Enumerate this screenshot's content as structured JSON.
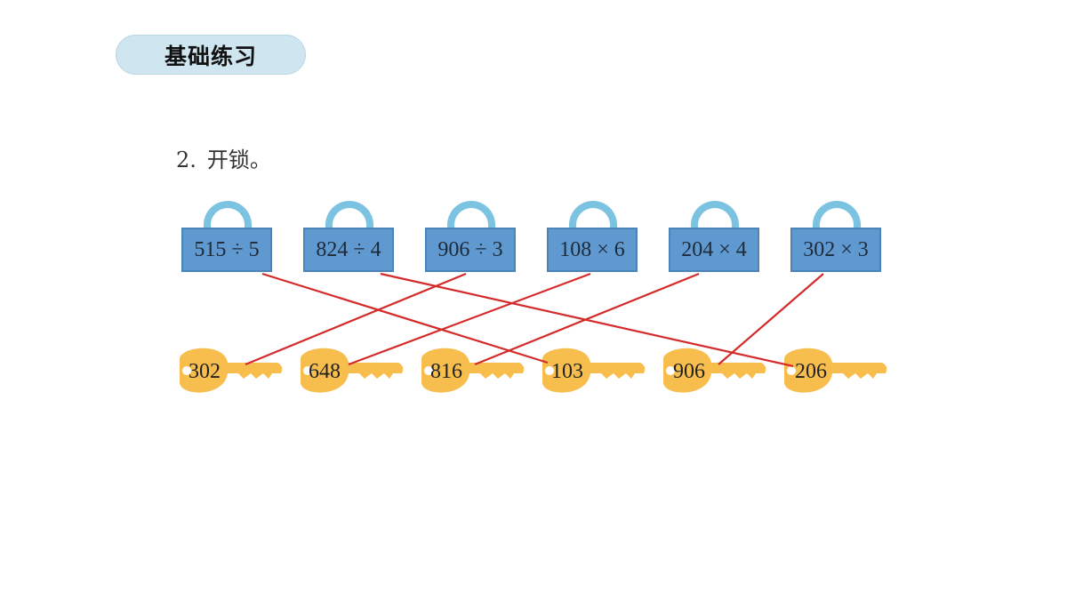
{
  "header": {
    "tab_label": "基础练习"
  },
  "question": {
    "number": "2.",
    "title": "开锁。"
  },
  "locks": [
    {
      "label": "515 ÷ 5"
    },
    {
      "label": "824 ÷ 4"
    },
    {
      "label": "906 ÷ 3"
    },
    {
      "label": "108 × 6"
    },
    {
      "label": "204 × 4"
    },
    {
      "label": "302 × 3"
    }
  ],
  "keys": [
    {
      "label": "302"
    },
    {
      "label": "648"
    },
    {
      "label": "816"
    },
    {
      "label": "103"
    },
    {
      "label": "906"
    },
    {
      "label": "206"
    }
  ],
  "matches": [
    {
      "lock": 0,
      "key": 3
    },
    {
      "lock": 1,
      "key": 5
    },
    {
      "lock": 2,
      "key": 0
    },
    {
      "lock": 3,
      "key": 1
    },
    {
      "lock": 4,
      "key": 2
    },
    {
      "lock": 5,
      "key": 4
    }
  ],
  "colors": {
    "lock_body": "#5f99cf",
    "lock_shackle": "#7cc3e2",
    "key": "#f7bd4d",
    "match_line": "#d42a2a",
    "tab": "#cfe6f1"
  }
}
